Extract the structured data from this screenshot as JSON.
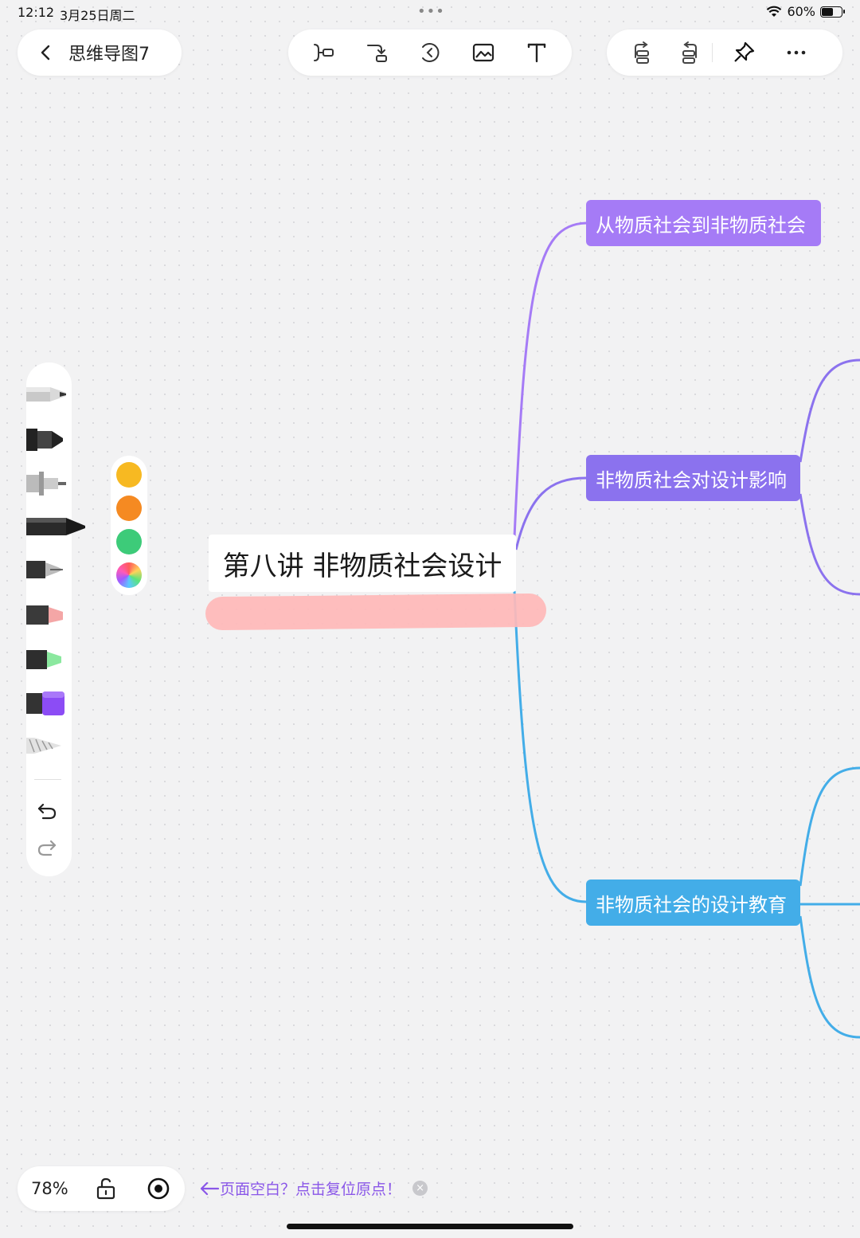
{
  "status_bar": {
    "time": "12:12",
    "date": "3月25日周二",
    "dots": "•••",
    "battery_text": "60%",
    "battery_level": 0.6
  },
  "header": {
    "title": "思维导图7"
  },
  "toolbar_center": [
    "insert-child-icon",
    "insert-sibling-icon",
    "back-circle-icon",
    "image-icon",
    "text-icon"
  ],
  "toolbar_right": [
    "layout-left-icon",
    "layout-right-icon",
    "pin-icon",
    "more-icon"
  ],
  "tools": [
    "pencil",
    "marker-black",
    "technical-pen",
    "brush-pen",
    "fountain-pen",
    "pink-highlighter",
    "green-highlighter",
    "purple-eraser",
    "lasso"
  ],
  "colors": [
    "#f7b922",
    "#f58a22",
    "#3dcb79",
    "rainbow"
  ],
  "mindmap": {
    "central": "第八讲 非物质社会设计",
    "nodes": [
      {
        "label": "从物质社会到非物质社会",
        "color": "#a57bf6"
      },
      {
        "label": "非物质社会对设计影响",
        "color": "#8b72ee"
      },
      {
        "label": "非物质社会的设计教育",
        "color": "#43ade8"
      }
    ]
  },
  "bottom": {
    "zoom": "78%",
    "hint": "页面空白？点击复位原点！",
    "hint_close": "×"
  }
}
